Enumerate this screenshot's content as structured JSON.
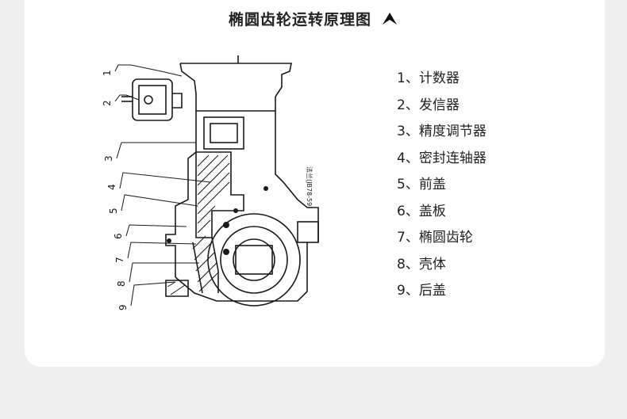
{
  "header": {
    "title": "椭圆齿轮运转原理图",
    "arrow_icon": "chevron-up-icon"
  },
  "diagram": {
    "side_note": "法兰(JB78-59)",
    "callout_numbers": [
      "1",
      "2",
      "3",
      "4",
      "5",
      "6",
      "7",
      "8",
      "9"
    ]
  },
  "legend": {
    "items": [
      "1、计数器",
      "2、发信器",
      "3、精度调节器",
      "4、密封连轴器",
      "5、前盖",
      "6、盖板",
      "7、椭圆齿轮",
      "8、壳体",
      "9、后盖"
    ]
  },
  "colors": {
    "page_background": "#efefef",
    "card_background": "#ffffff",
    "text": "#222222",
    "line_art": "#1a1a1a"
  }
}
